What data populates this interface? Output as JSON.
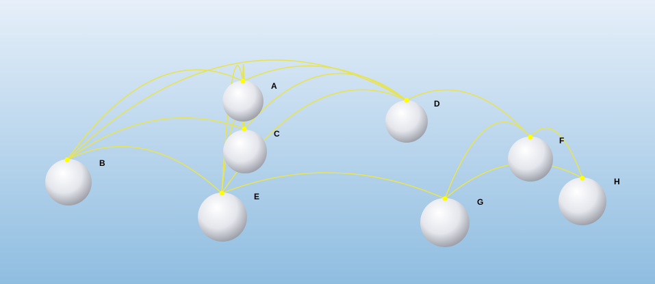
{
  "colors": {
    "background_top": "#e6eff9",
    "background_bottom": "#8fbde0",
    "edge": "#e6e35a",
    "anchor": "#ffff00",
    "sphere_light": "#ffffff",
    "sphere_mid": "#e4e6ec",
    "sphere_dark": "#8c8f99"
  },
  "nodes": [
    {
      "id": "A",
      "label": "A"
    },
    {
      "id": "B",
      "label": "B"
    },
    {
      "id": "C",
      "label": "C"
    },
    {
      "id": "D",
      "label": "D"
    },
    {
      "id": "E",
      "label": "E"
    },
    {
      "id": "F",
      "label": "F"
    },
    {
      "id": "G",
      "label": "G"
    },
    {
      "id": "H",
      "label": "H"
    }
  ],
  "edges": [
    [
      "B",
      "A"
    ],
    [
      "B",
      "C"
    ],
    [
      "B",
      "D"
    ],
    [
      "B",
      "E"
    ],
    [
      "A",
      "C"
    ],
    [
      "A",
      "E"
    ],
    [
      "A",
      "D"
    ],
    [
      "C",
      "E"
    ],
    [
      "C",
      "D"
    ],
    [
      "E",
      "D"
    ],
    [
      "E",
      "G"
    ],
    [
      "D",
      "F"
    ],
    [
      "F",
      "G"
    ],
    [
      "F",
      "H"
    ],
    [
      "G",
      "H"
    ]
  ]
}
